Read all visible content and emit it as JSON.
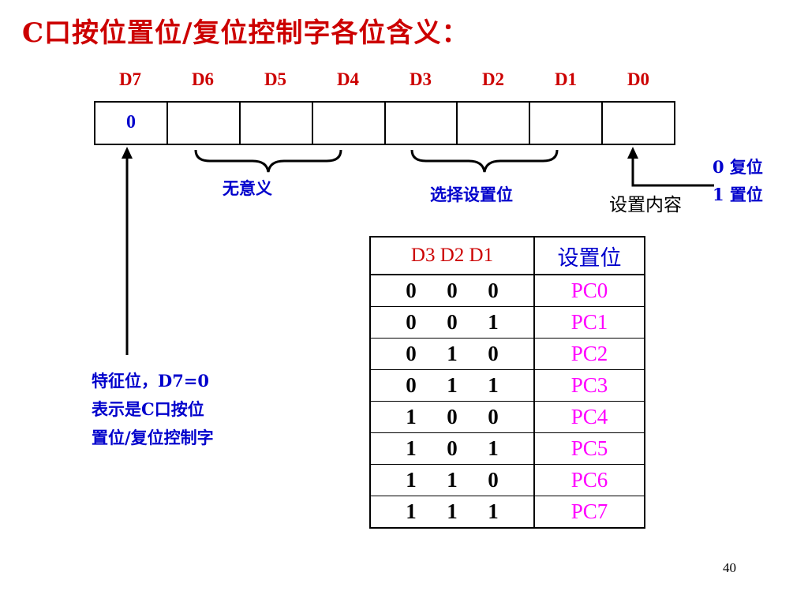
{
  "title": "C口按位置位/复位控制字各位含义：",
  "bit_labels": [
    "D7",
    "D6",
    "D5",
    "D4",
    "D3",
    "D2",
    "D1",
    "D0"
  ],
  "register_values": [
    "0",
    "",
    "",
    "",
    "",
    "",
    "",
    ""
  ],
  "labels": {
    "no_meaning": "无意义",
    "select_bit": "选择设置位",
    "set_content": "设置内容",
    "d0_reset": "0 复位",
    "d0_set": "1 置位",
    "feature_line1": "特征位，D7=0",
    "feature_line2": "表示是C口按位",
    "feature_line3": "置位/复位控制字"
  },
  "table": {
    "headers": [
      "D3 D2 D1",
      "设置位"
    ],
    "rows": [
      {
        "bits": [
          "0",
          "0",
          "0"
        ],
        "pin": "PC0"
      },
      {
        "bits": [
          "0",
          "0",
          "1"
        ],
        "pin": "PC1"
      },
      {
        "bits": [
          "0",
          "1",
          "0"
        ],
        "pin": "PC2"
      },
      {
        "bits": [
          "0",
          "1",
          "1"
        ],
        "pin": "PC3"
      },
      {
        "bits": [
          "1",
          "0",
          "0"
        ],
        "pin": "PC4"
      },
      {
        "bits": [
          "1",
          "0",
          "1"
        ],
        "pin": "PC5"
      },
      {
        "bits": [
          "1",
          "1",
          "0"
        ],
        "pin": "PC6"
      },
      {
        "bits": [
          "1",
          "1",
          "1"
        ],
        "pin": "PC7"
      }
    ]
  },
  "page_number": "40",
  "colors": {
    "title": "#cc0000",
    "annotation": "#0000cc",
    "pin": "#ff00ff",
    "line": "#000000"
  }
}
